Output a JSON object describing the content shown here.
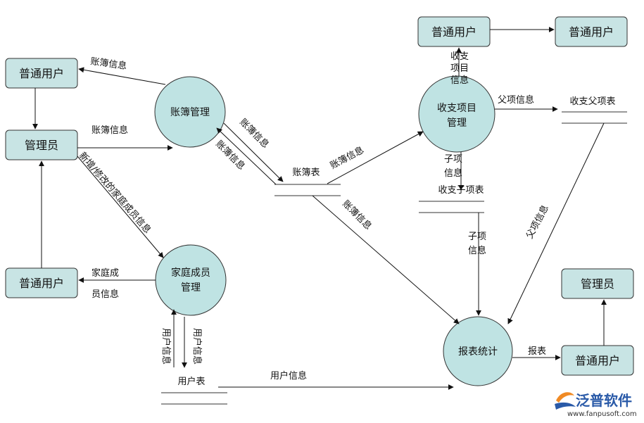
{
  "entities": {
    "user_left_top": "普通用户",
    "admin_left": "管理员",
    "user_left_bottom": "普通用户",
    "user_top_mid": "普通用户",
    "user_top_right": "普通用户",
    "admin_right": "管理员",
    "user_bottom_right": "普通用户"
  },
  "processes": {
    "ledger_mgmt": "账簿管理",
    "income_item_mgmt_1": "收支项目",
    "income_item_mgmt_2": "管理",
    "family_mgmt_1": "家庭成员",
    "family_mgmt_2": "管理",
    "report_stats": "报表统计"
  },
  "stores": {
    "ledger_table": "账簿表",
    "parent_item_table": "收支父项表",
    "child_item_table": "收支子项表",
    "user_table": "用户表"
  },
  "flows": {
    "ledger_info_to_user": "账簿信息",
    "ledger_info_admin": "账簿信息",
    "add_modify_family": "新增/修改的家庭成员信息",
    "family_info_1": "家庭成",
    "family_info_2": "员信息",
    "ledger_info_down": "账簿信息",
    "ledger_info_up": "账簿信息",
    "ledger_info_to_income": "账簿信息",
    "ledger_info_to_report": "账簿信息",
    "income_item_info_1": "收支",
    "income_item_info_2": "项目",
    "income_item_info_3": "信息",
    "parent_info": "父项信息",
    "child_info_1": "子项",
    "child_info_2": "信息",
    "child_info_3": "子项",
    "child_info_4": "信息",
    "parent_info_diag": "父项信息",
    "user_info_up": "用户信息",
    "user_info_down": "用户信息",
    "user_info_bottom": "用户信息",
    "report": "报表"
  },
  "logo": {
    "name": "泛普软件",
    "url": "www.fanpusoft.com"
  },
  "colors": {
    "entity_fill": "#c8e4e4",
    "process_fill": "#bfe3e3",
    "stroke": "#333333",
    "logo_blue": "#2a5aa8",
    "logo_orange": "#f08a24"
  }
}
